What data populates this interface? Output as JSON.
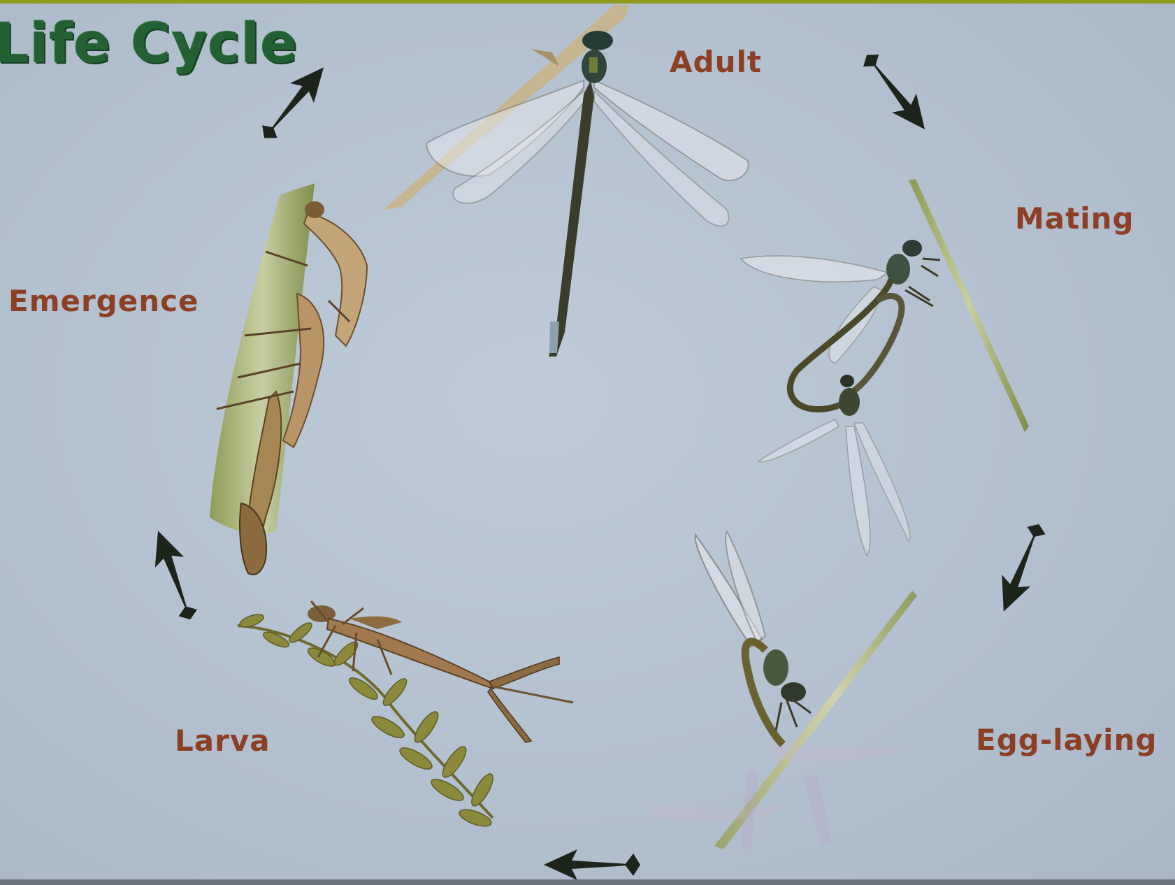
{
  "title": "Life Cycle",
  "stages": {
    "adult": "Adult",
    "mating": "Mating",
    "egg_laying": "Egg-laying",
    "larva": "Larva",
    "emergence": "Emergence"
  },
  "colors": {
    "background": "#b4c1cf",
    "title": "#236033",
    "label": "#8c3f24",
    "arrow": "#1d241c",
    "top_bar": "#8f9a1e"
  },
  "illustrations": [
    "adult-damselfly",
    "mating-damselflies",
    "egg-laying-damselfly",
    "larva-nymph",
    "emergence-nymph"
  ],
  "icons": [
    "arrow-icon"
  ]
}
